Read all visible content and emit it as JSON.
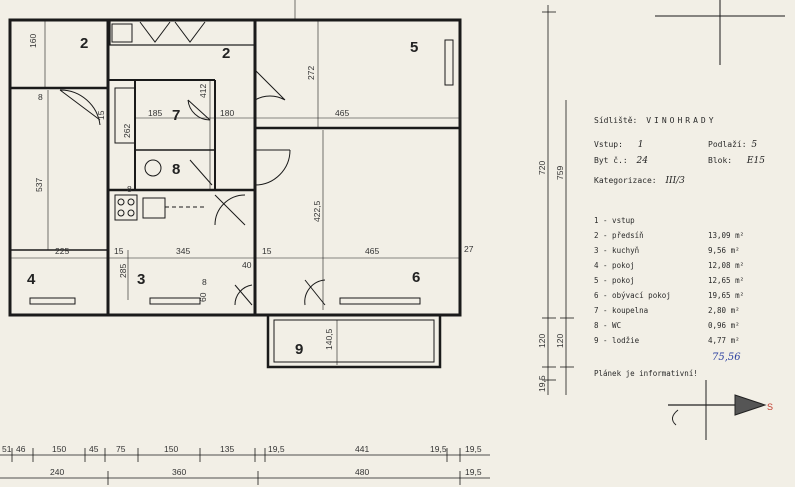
{
  "rooms": [
    {
      "num": "2"
    },
    {
      "num": "2"
    },
    {
      "num": "5"
    },
    {
      "num": "7"
    },
    {
      "num": "8"
    },
    {
      "num": "4"
    },
    {
      "num": "3"
    },
    {
      "num": "6"
    },
    {
      "num": "9"
    }
  ],
  "plan_dims": {
    "d160": "160",
    "d272": "272",
    "d412": "412",
    "d185": "185",
    "d180": "180",
    "d465a": "465",
    "d465b": "465",
    "d262": "262",
    "d15a": "15",
    "d15b": "15",
    "d15c": "15",
    "d537": "537",
    "d225": "225",
    "d345": "345",
    "d4225": "422,5",
    "d285": "285",
    "d40": "40",
    "d60": "60",
    "d27": "27",
    "d1405": "140,5",
    "d8a": "8",
    "d8b": "8",
    "d8c": "8"
  },
  "bottom_dims_row1": [
    "51",
    "46",
    "150",
    "45",
    "75",
    "150",
    "135",
    "19,5",
    "441",
    "19,5",
    "19,5"
  ],
  "bottom_dims_row2": [
    "240",
    "360",
    "480",
    "19,5"
  ],
  "vertical_dims": [
    "720",
    "759",
    "120",
    "120",
    "19,5"
  ],
  "info": {
    "estate_label": "Sídliště:",
    "estate_value": "VINOHRADY",
    "entrance_label": "Vstup:",
    "entrance_value": "1",
    "floor_label": "Podlaží:",
    "floor_value": "5",
    "flat_label": "Byt č.:",
    "flat_value": "24",
    "block_label": "Blok:",
    "block_value": "E15",
    "category_label": "Kategorizace:",
    "category_value": "III/3"
  },
  "legend": [
    {
      "label": "1 - vstup",
      "area": ""
    },
    {
      "label": "2 - předsíň",
      "area": "13,09 m²"
    },
    {
      "label": "3 - kuchyň",
      "area": "9,56 m²"
    },
    {
      "label": "4 - pokoj",
      "area": "12,08 m²"
    },
    {
      "label": "5 - pokoj",
      "area": "12,65 m²"
    },
    {
      "label": "6 - obývací pokoj",
      "area": "19,65 m²"
    },
    {
      "label": "7 - koupelna",
      "area": "2,80 m²"
    },
    {
      "label": "8 - WC",
      "area": "0,96 m²"
    },
    {
      "label": "9 - lodžie",
      "area": "4,77 m²"
    }
  ],
  "total_area": "75,56",
  "note": "Plánek je informativní!",
  "compass": {
    "north_label": "S"
  },
  "colors": {
    "paper": "#f2efe6",
    "ink": "#1a1a1a",
    "blue_ink": "#2a3fa0",
    "red_ink": "#c0392b"
  }
}
